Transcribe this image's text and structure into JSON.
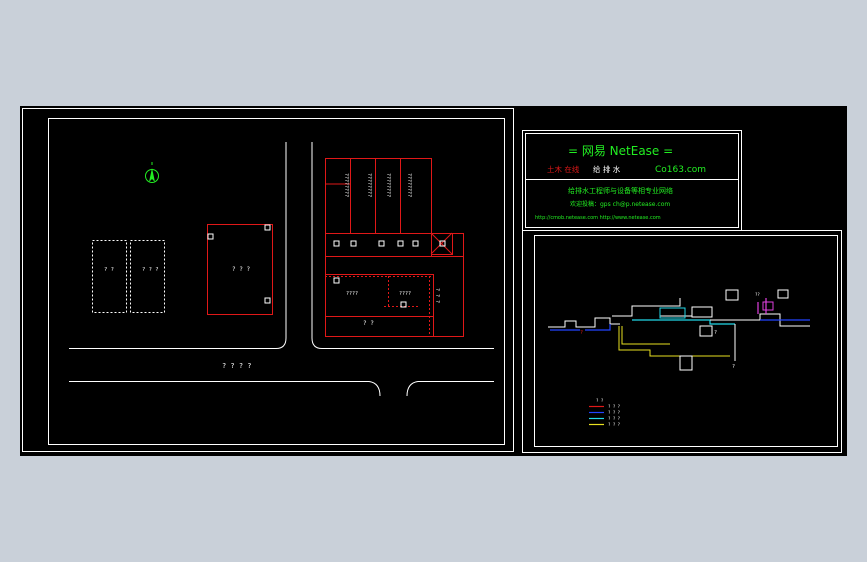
{
  "colors": {
    "background": "#c9d0d9",
    "canvas": "#000000",
    "frame": "#ffffff",
    "building": "#e01818",
    "title_green": "#22ee22",
    "cyan": "#22d8e8",
    "blue": "#2244ff",
    "yellow": "#e8e020",
    "magenta": "#e040e0"
  },
  "icons": {
    "north_arrow": "north-arrow-icon"
  },
  "left_sheet": {
    "road_label": "? ? ? ?",
    "building_a_label": "? ?",
    "building_b_label": "? ? ?",
    "building_c_label": "? ? ?",
    "hall_label": "? ? ?",
    "room1_label": "????",
    "room2_label": "????",
    "bottom_room_label": "? ?",
    "side_label": "? ? ?"
  },
  "title_block": {
    "brand": "=  网易 NetEase  =",
    "left_tags": "土木 在线",
    "left_sub": "给 排 水",
    "domain": "Co163.com",
    "line2": "给排水工程师与设备等相专业网络",
    "line3": "欢迎投稿：gps ch@p.netease.com",
    "line4": "http://cmob.netease.com http://www.netease.com"
  },
  "right_sheet": {
    "legend": [
      "? ? ?",
      "? ? ?",
      "? ? ?",
      "? ? ?"
    ]
  }
}
